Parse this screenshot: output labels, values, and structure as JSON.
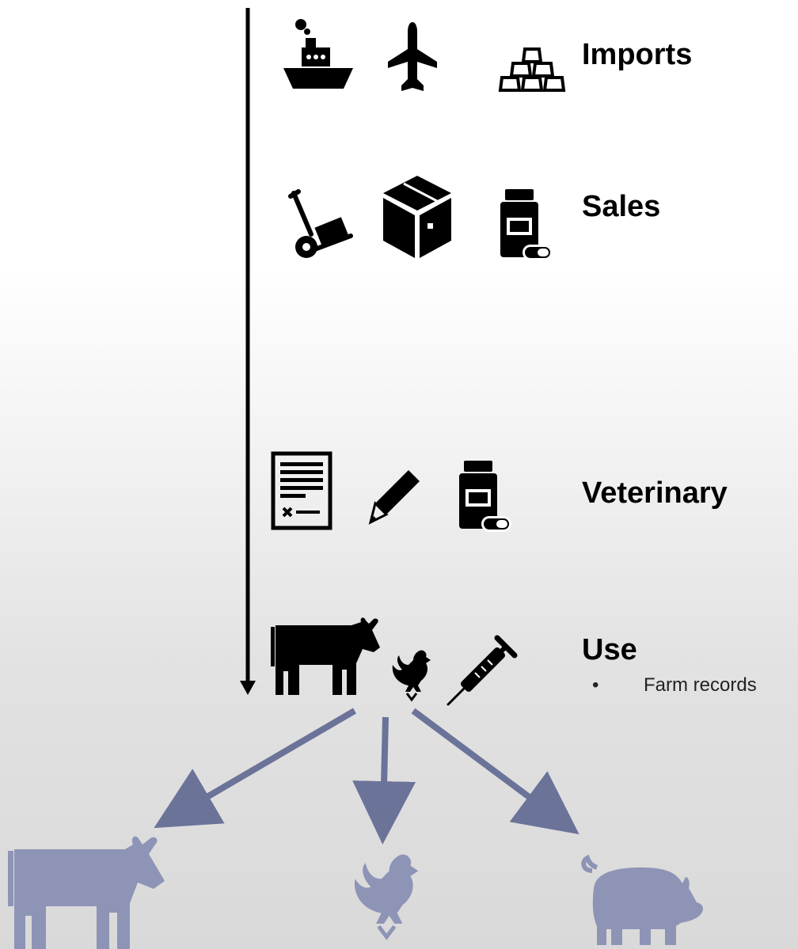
{
  "stages": {
    "imports": {
      "label": "Imports",
      "icons": [
        "ship-icon",
        "airplane-icon",
        "stacked-boxes-icon"
      ]
    },
    "sales": {
      "label": "Sales",
      "icons": [
        "hand-truck-icon",
        "package-box-icon",
        "medicine-bottle-icon"
      ]
    },
    "veterinary": {
      "label": "Veterinary",
      "icons": [
        "prescription-document-icon",
        "pencil-icon",
        "medicine-bottle-icon"
      ]
    },
    "use": {
      "label": "Use",
      "icons": [
        "cow-icon",
        "rooster-icon",
        "syringe-icon"
      ],
      "bullets": [
        "Farm records"
      ]
    }
  },
  "bullet_char": "•",
  "bottom_animals": [
    "cow-icon",
    "rooster-icon",
    "pig-icon"
  ],
  "colors": {
    "icon": "#000000",
    "branch": "#6b7399",
    "animal": "#8e94b6"
  }
}
